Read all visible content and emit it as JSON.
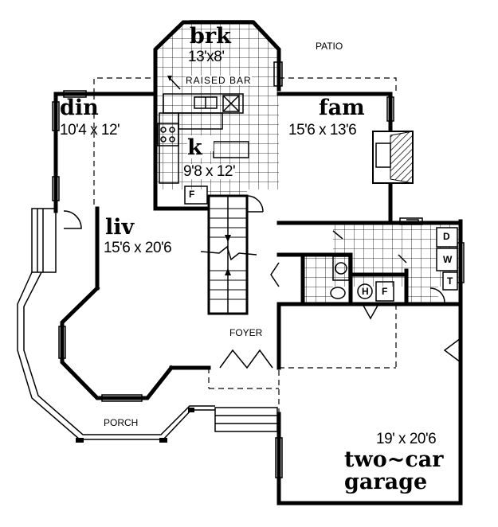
{
  "rooms": {
    "brk": {
      "name": "brk",
      "dims": "13'x8'"
    },
    "din": {
      "name": "din",
      "dims": "10'4 x 12'"
    },
    "fam": {
      "name": "fam",
      "dims": "15'6 x 13'6"
    },
    "k": {
      "name": "k",
      "dims": "9'8 x 12'"
    },
    "liv": {
      "name": "liv",
      "dims": "15'6 x 20'6"
    },
    "garage": {
      "dims": "19' x 20'6",
      "name_line1": "two~car",
      "name_line2": "garage"
    }
  },
  "labels": {
    "patio": "PATIO",
    "raised_bar": "RAISED BAR",
    "foyer": "FOYER",
    "porch": "PORCH"
  },
  "appliances": {
    "fridge": "F",
    "dryer": "D",
    "washer": "W",
    "tub": "T",
    "heater": "H",
    "furnace": "F"
  }
}
